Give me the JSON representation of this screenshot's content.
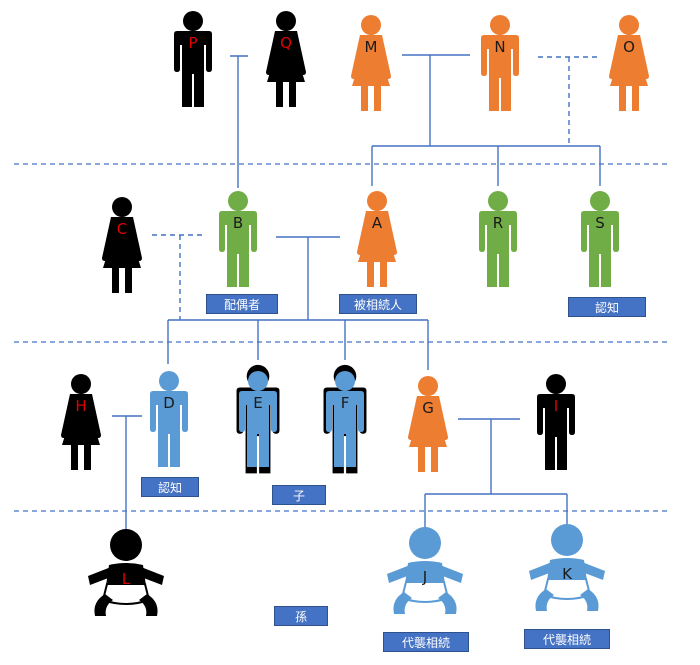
{
  "colors": {
    "black": "#000000",
    "orange": "#ed7d31",
    "green": "#70ad47",
    "blue": "#5b9bd5",
    "connector": "#4472c4",
    "label_red": "#e00000",
    "label_dark": "#1a1a1a"
  },
  "people": [
    {
      "id": "P",
      "label": "P",
      "gen": 0,
      "color": "black",
      "shape": "man"
    },
    {
      "id": "Q",
      "label": "Q",
      "gen": 0,
      "color": "black",
      "shape": "woman"
    },
    {
      "id": "M",
      "label": "M",
      "gen": 0,
      "color": "orange",
      "shape": "woman"
    },
    {
      "id": "N",
      "label": "N",
      "gen": 0,
      "color": "orange",
      "shape": "man"
    },
    {
      "id": "O",
      "label": "O",
      "gen": 0,
      "color": "orange",
      "shape": "woman"
    },
    {
      "id": "C",
      "label": "C",
      "gen": 1,
      "color": "black",
      "shape": "woman"
    },
    {
      "id": "B",
      "label": "B",
      "gen": 1,
      "color": "green",
      "shape": "man"
    },
    {
      "id": "A",
      "label": "A",
      "gen": 1,
      "color": "orange",
      "shape": "woman"
    },
    {
      "id": "R",
      "label": "R",
      "gen": 1,
      "color": "green",
      "shape": "man"
    },
    {
      "id": "S",
      "label": "S",
      "gen": 1,
      "color": "green",
      "shape": "man"
    },
    {
      "id": "H",
      "label": "H",
      "gen": 2,
      "color": "black",
      "shape": "woman"
    },
    {
      "id": "D",
      "label": "D",
      "gen": 2,
      "color": "blue",
      "shape": "man"
    },
    {
      "id": "E",
      "label": "E",
      "gen": 2,
      "color": "blue",
      "shape": "man",
      "outlined": true
    },
    {
      "id": "F",
      "label": "F",
      "gen": 2,
      "color": "blue",
      "shape": "man",
      "outlined": true
    },
    {
      "id": "G",
      "label": "G",
      "gen": 2,
      "color": "orange",
      "shape": "woman"
    },
    {
      "id": "I",
      "label": "I",
      "gen": 2,
      "color": "black",
      "shape": "man"
    },
    {
      "id": "L",
      "label": "L",
      "gen": 3,
      "color": "black",
      "shape": "baby"
    },
    {
      "id": "J",
      "label": "J",
      "gen": 3,
      "color": "blue",
      "shape": "baby"
    },
    {
      "id": "K",
      "label": "K",
      "gen": 3,
      "color": "blue",
      "shape": "baby"
    }
  ],
  "tags": {
    "spouse": "配偶者",
    "decedent": "被相続人",
    "s_dementia": "認知",
    "d_dementia": "認知",
    "children": "子",
    "grandchildren": "孫",
    "j_representation": "代襲相続",
    "k_representation": "代襲相続"
  }
}
